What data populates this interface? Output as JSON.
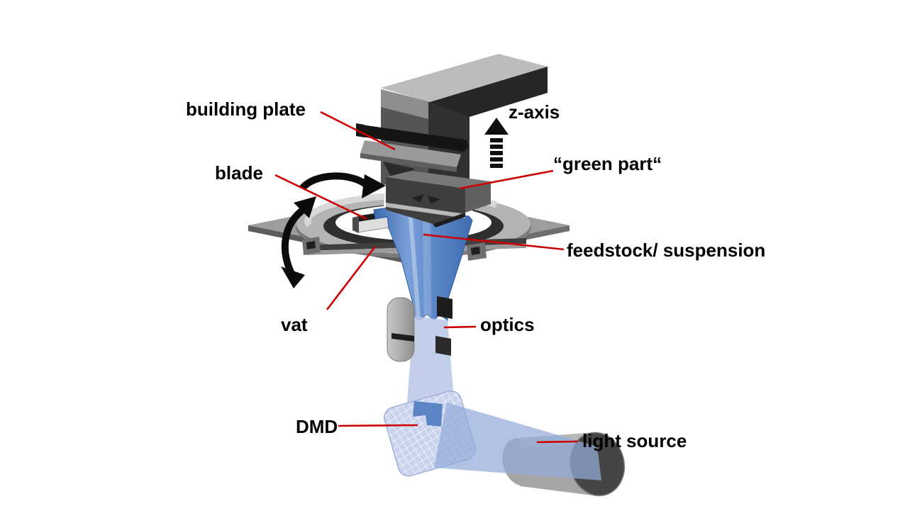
{
  "diagram": {
    "background": "#ffffff",
    "accent_leader_color": "#cc0000",
    "label_text_color": "#000000",
    "beam_color": "#4f7dc0",
    "beam_light_color": "#b9c6e8",
    "machine_dark_color": "#2a2a2a",
    "machine_gray_color": "#9d9d9d",
    "labels": {
      "building_plate": "building plate",
      "blade": "blade",
      "z_axis": "z-axis",
      "green_part": "“green part“",
      "feedstock_suspension": "feedstock/ suspension",
      "vat": "vat",
      "optics": "optics",
      "dmd": "DMD",
      "light_source": "light source"
    }
  }
}
